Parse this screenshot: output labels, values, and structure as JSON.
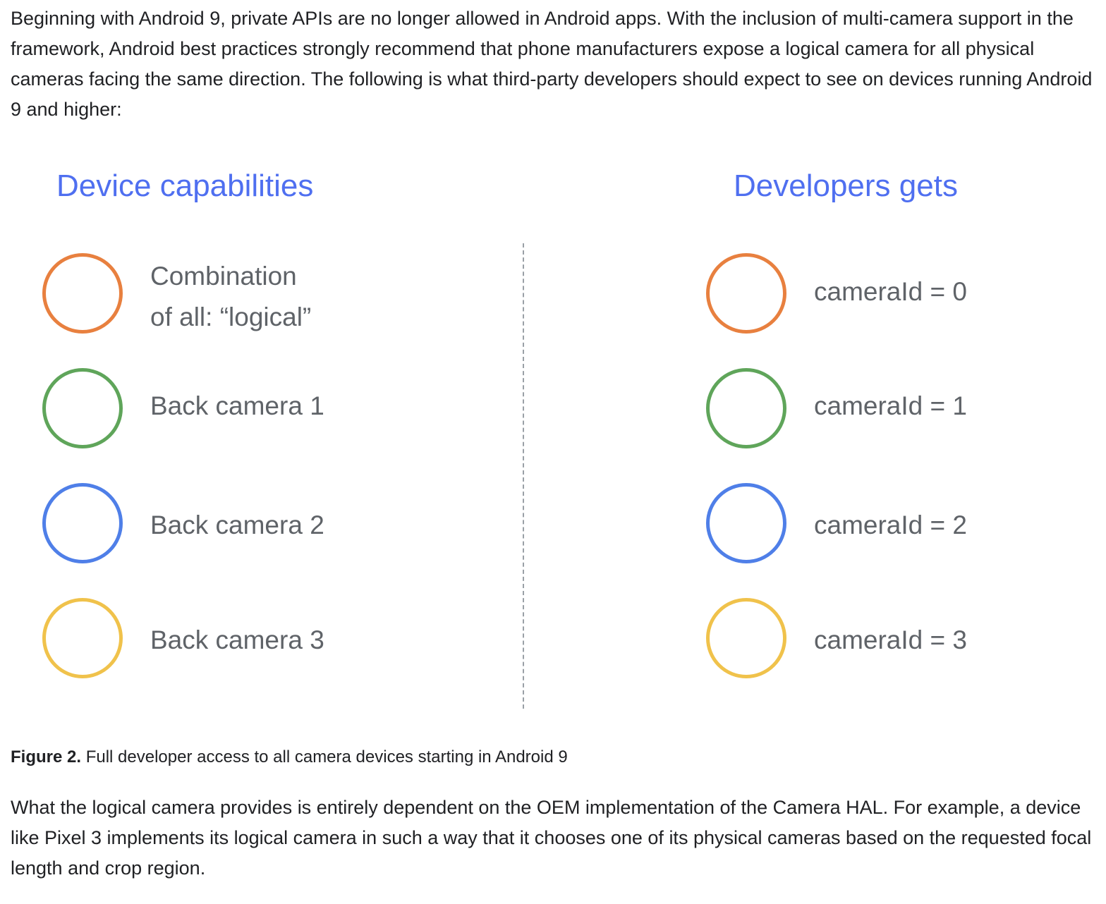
{
  "intro_paragraph": "Beginning with Android 9, private APIs are no longer allowed in Android apps. With the inclusion of multi-camera support in the framework, Android best practices strongly recommend that phone manufacturers expose a logical camera for all physical cameras facing the same direction. The following is what third-party developers should expect to see on devices running Android 9 and higher:",
  "figure": {
    "left_heading": "Device capabilities",
    "right_heading": "Developers gets",
    "heading_color": "#4f6ff0",
    "rows": [
      {
        "color": "#e8803f",
        "device_line1": "Combination",
        "device_line2": "of all: “logical”",
        "developer": "cameraId = 0"
      },
      {
        "color": "#5fa55a",
        "device_line1": "Back camera 1",
        "device_line2": "",
        "developer": "cameraId = 1"
      },
      {
        "color": "#4f7fe8",
        "device_line1": "Back camera 2",
        "device_line2": "",
        "developer": "cameraId = 2"
      },
      {
        "color": "#f0c24b",
        "device_line1": "Back camera 3",
        "device_line2": "",
        "developer": "cameraId = 3"
      }
    ]
  },
  "caption": {
    "label": "Figure 2.",
    "text": " Full developer access to all camera devices starting in Android 9"
  },
  "outro_paragraph": "What the logical camera provides is entirely dependent on the OEM implementation of the Camera HAL. For example, a device like Pixel 3 implements its logical camera in such a way that it chooses one of its physical cameras based on the requested focal length and crop region."
}
